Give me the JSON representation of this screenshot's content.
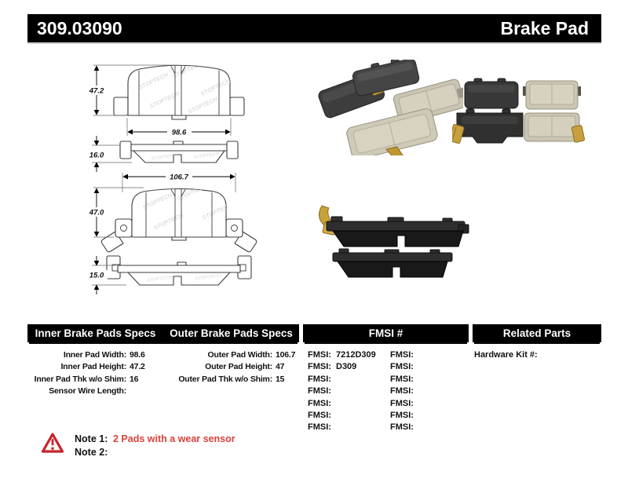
{
  "header": {
    "part_number": "309.03090",
    "product_type": "Brake Pad"
  },
  "drawings": {
    "watermark_text": "STOPTECH",
    "inner_front": {
      "height_dim": "47.2",
      "width_dim": "98.6"
    },
    "inner_side": {
      "thickness_dim": "16.0"
    },
    "outer_front": {
      "width_dim": "106.7",
      "height_dim": "47.0"
    },
    "outer_side": {
      "thickness_dim": "15.0"
    }
  },
  "table": {
    "headers": {
      "inner": "Inner Brake Pads Specs",
      "outer": "Outer Brake Pads Specs",
      "fmsi": "FMSI #",
      "related": "Related Parts"
    },
    "inner_rows": [
      {
        "label": "Inner Pad Width:",
        "value": "98.6"
      },
      {
        "label": "Inner Pad Height:",
        "value": "47.2"
      },
      {
        "label": "Inner Pad Thk w/o Shim:",
        "value": "16"
      },
      {
        "label": "Sensor Wire Length:",
        "value": ""
      }
    ],
    "outer_rows": [
      {
        "label": "Outer Pad Width:",
        "value": "106.7"
      },
      {
        "label": "Outer Pad Height:",
        "value": "47"
      },
      {
        "label": "Outer Pad Thk w/o Shim:",
        "value": "15"
      }
    ],
    "fmsi_col1": [
      {
        "label": "FMSI:",
        "value": "7212D309"
      },
      {
        "label": "FMSI:",
        "value": "D309"
      },
      {
        "label": "FMSI:",
        "value": ""
      },
      {
        "label": "FMSI:",
        "value": ""
      },
      {
        "label": "FMSI:",
        "value": ""
      },
      {
        "label": "FMSI:",
        "value": ""
      },
      {
        "label": "FMSI:",
        "value": ""
      }
    ],
    "fmsi_col2": [
      {
        "label": "FMSI:",
        "value": ""
      },
      {
        "label": "FMSI:",
        "value": ""
      },
      {
        "label": "FMSI:",
        "value": ""
      },
      {
        "label": "FMSI:",
        "value": ""
      },
      {
        "label": "FMSI:",
        "value": ""
      },
      {
        "label": "FMSI:",
        "value": ""
      },
      {
        "label": "FMSI:",
        "value": ""
      }
    ],
    "related_rows": [
      {
        "label": "Hardware Kit #:",
        "value": ""
      }
    ]
  },
  "notes": {
    "note1_label": "Note 1:",
    "note1_text": "2 Pads with a wear sensor",
    "note2_label": "Note 2:",
    "note2_text": ""
  },
  "colors": {
    "bar_black": "#000000",
    "note_red": "#d9423a",
    "warning_red": "#c6252a",
    "hardware_gold": "#c7a23a",
    "friction_beige": "#cbc5b4",
    "backing_gray": "#3a3a3a"
  }
}
